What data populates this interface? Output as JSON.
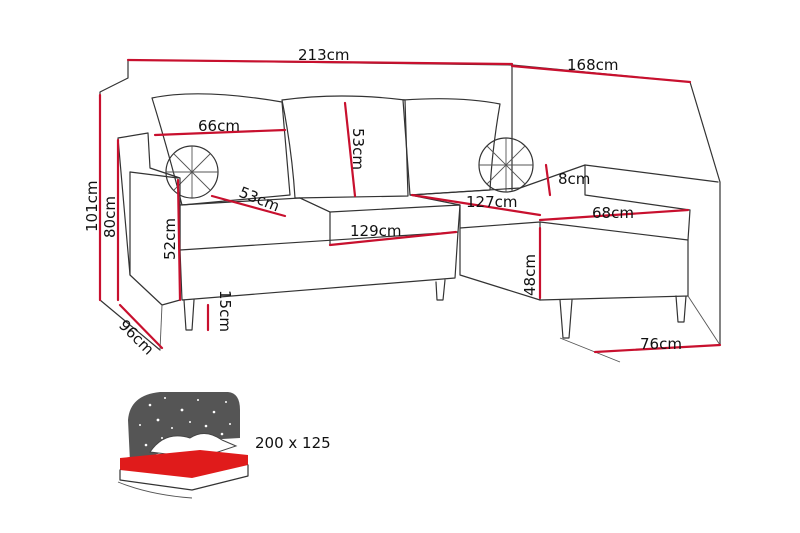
{
  "colors": {
    "dimension_line": "#c8102e",
    "outline": "#333333",
    "label": "#111111",
    "bed_fill": "#e01b1b",
    "starry_backrest": "#555555"
  },
  "dimensions": {
    "total_width": "213cm",
    "chaise_length": "168cm",
    "back_cushion_width": "66cm",
    "back_cushion_height": "53cm",
    "seat_depth": "53cm",
    "pillow_thickness": "8cm",
    "total_height": "101cm",
    "backrest_height": "80cm",
    "armrest_height": "52cm",
    "seat_width": "129cm",
    "chaise_inner_length": "127cm",
    "chaise_seat_width": "68cm",
    "chaise_height": "48cm",
    "leg_height": "15cm",
    "sofa_depth": "96cm",
    "chaise_width": "76cm"
  },
  "bed": {
    "size_label": "200 x 125"
  }
}
